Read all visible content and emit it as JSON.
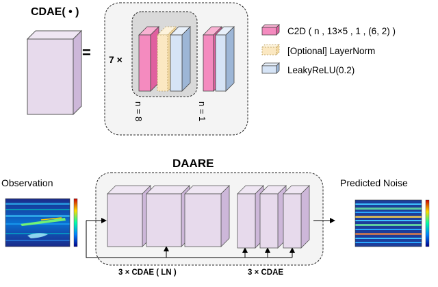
{
  "cdae_title": "CDAE( • )",
  "equals": "=",
  "repeat_label": "7 ×",
  "n_label_group": "n = 8",
  "n_label_single": "n = 1",
  "legend": [
    {
      "label": "C2D ( n , 13×5 , 1 , (6, 2) )",
      "kind": "conv"
    },
    {
      "label": "[Optional] LayerNorm",
      "kind": "norm"
    },
    {
      "label": "LeakyReLU(0.2)",
      "kind": "act"
    }
  ],
  "daare_title": "DAARE",
  "observation_label": "Observation",
  "predicted_noise_label": "Predicted Noise",
  "cdae_ln_label": "3 × CDAE ( LN )",
  "cdae_label": "3 × CDAE",
  "colors": {
    "conv_front": "#f48bbf",
    "conv_side": "#e0609f",
    "norm_front": "#fbe8c2",
    "act_front": "#d6e4f6",
    "act_side": "#9db6d6",
    "block_front": "#e7daec",
    "block_side": "#cdb7d9"
  }
}
